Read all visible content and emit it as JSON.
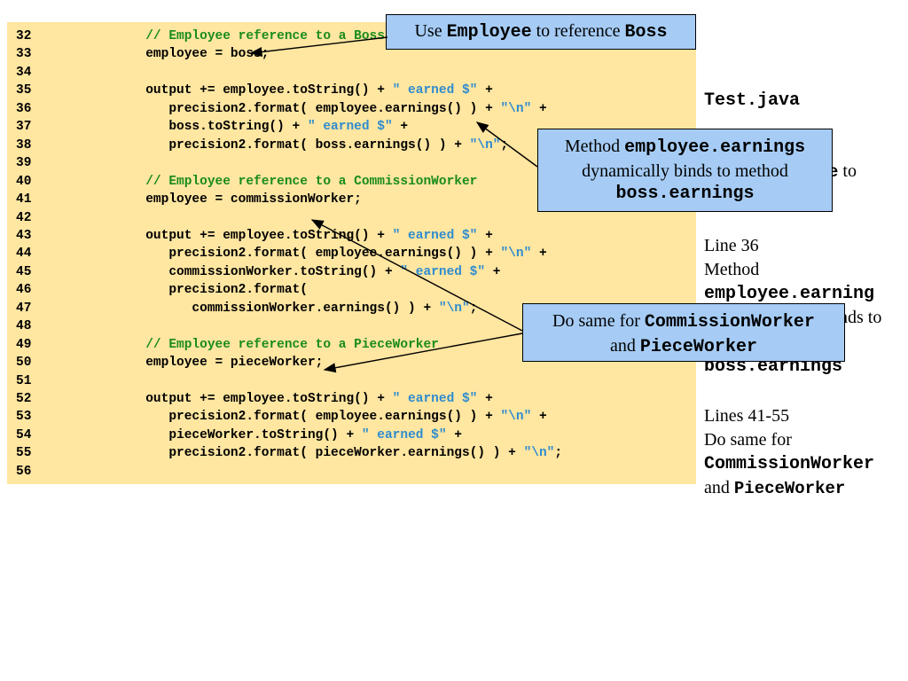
{
  "code_lines": [
    {
      "num": "32",
      "segs": [
        {
          "t": "      "
        },
        {
          "t": "// Employee reference to a Boss",
          "c": "comment"
        }
      ]
    },
    {
      "num": "33",
      "segs": [
        {
          "t": "      employee = boss;"
        }
      ]
    },
    {
      "num": "34",
      "segs": [
        {
          "t": ""
        }
      ]
    },
    {
      "num": "35",
      "segs": [
        {
          "t": "      output += employee.toString() + "
        },
        {
          "t": "\" earned $\"",
          "c": "string"
        },
        {
          "t": " +"
        }
      ]
    },
    {
      "num": "36",
      "segs": [
        {
          "t": "         precision2.format( employee.earnings() ) + "
        },
        {
          "t": "\"\\n\"",
          "c": "string"
        },
        {
          "t": " +"
        }
      ]
    },
    {
      "num": "37",
      "segs": [
        {
          "t": "         boss.toString() + "
        },
        {
          "t": "\" earned $\"",
          "c": "string"
        },
        {
          "t": " +"
        }
      ]
    },
    {
      "num": "38",
      "segs": [
        {
          "t": "         precision2.format( boss.earnings() ) + "
        },
        {
          "t": "\"\\n\"",
          "c": "string"
        },
        {
          "t": ";"
        }
      ]
    },
    {
      "num": "39",
      "segs": [
        {
          "t": ""
        }
      ]
    },
    {
      "num": "40",
      "segs": [
        {
          "t": "      "
        },
        {
          "t": "// Employee reference to a CommissionWorker",
          "c": "comment"
        }
      ]
    },
    {
      "num": "41",
      "segs": [
        {
          "t": "      employee = commissionWorker;"
        }
      ]
    },
    {
      "num": "42",
      "segs": [
        {
          "t": ""
        }
      ]
    },
    {
      "num": "43",
      "segs": [
        {
          "t": "      output += employee.toString() + "
        },
        {
          "t": "\" earned $\"",
          "c": "string"
        },
        {
          "t": " +"
        }
      ]
    },
    {
      "num": "44",
      "segs": [
        {
          "t": "         precision2.format( employee.earnings() ) + "
        },
        {
          "t": "\"\\n\"",
          "c": "string"
        },
        {
          "t": " +"
        }
      ]
    },
    {
      "num": "45",
      "segs": [
        {
          "t": "         commissionWorker.toString() + "
        },
        {
          "t": "\" earned $\"",
          "c": "string"
        },
        {
          "t": " +"
        }
      ]
    },
    {
      "num": "46",
      "segs": [
        {
          "t": "         precision2.format("
        }
      ]
    },
    {
      "num": "47",
      "segs": [
        {
          "t": "            commissionWorker.earnings() ) + "
        },
        {
          "t": "\"\\n\"",
          "c": "string"
        },
        {
          "t": ";"
        }
      ]
    },
    {
      "num": "48",
      "segs": [
        {
          "t": ""
        }
      ]
    },
    {
      "num": "49",
      "segs": [
        {
          "t": "      "
        },
        {
          "t": "// Employee reference to a PieceWorker",
          "c": "comment"
        }
      ]
    },
    {
      "num": "50",
      "segs": [
        {
          "t": "      employee = pieceWorker;"
        }
      ]
    },
    {
      "num": "51",
      "segs": [
        {
          "t": ""
        }
      ]
    },
    {
      "num": "52",
      "segs": [
        {
          "t": "      output += employee.toString() + "
        },
        {
          "t": "\" earned $\"",
          "c": "string"
        },
        {
          "t": " +"
        }
      ]
    },
    {
      "num": "53",
      "segs": [
        {
          "t": "         precision2.format( employee.earnings() ) + "
        },
        {
          "t": "\"\\n\"",
          "c": "string"
        },
        {
          "t": " +"
        }
      ]
    },
    {
      "num": "54",
      "segs": [
        {
          "t": "         pieceWorker.toString() + "
        },
        {
          "t": "\" earned $\"",
          "c": "string"
        },
        {
          "t": " +"
        }
      ]
    },
    {
      "num": "55",
      "segs": [
        {
          "t": "         precision2.format( pieceWorker.earnings() ) + "
        },
        {
          "t": "\"\\n\"",
          "c": "string"
        },
        {
          "t": ";"
        }
      ]
    },
    {
      "num": "56",
      "segs": [
        {
          "t": ""
        }
      ]
    }
  ],
  "callouts": {
    "boss": {
      "pre": "Use ",
      "code1": "Employee",
      "mid": " to reference ",
      "code2": "Boss"
    },
    "earnings": {
      "pre": "Method ",
      "code1": "employee.earnings",
      "mid": "dynamically binds to method",
      "code2": "boss.earnings"
    },
    "same": {
      "pre": "Do same for ",
      "code1": "CommissionWorker",
      "mid": "and ",
      "code2": "PieceWorker"
    }
  },
  "sidebar": {
    "file": "Test.java",
    "partial_word_tail": "e",
    "partial_to": "to",
    "line36": "Line 36",
    "method": "Method",
    "employee_earnings": "employee.earning",
    "binds_tail": "nds to",
    "boss_earnings": "boss.earnings",
    "lines_range": "Lines 41-55",
    "do_same": "Do same for",
    "commission": "CommissionWorker",
    "and": "and ",
    "piece": "PieceWorker"
  },
  "colors": {
    "panel": "#ffe6a1",
    "callout": "#a6ccf5",
    "comment": "#1a8c1a",
    "string": "#2e8ccf"
  }
}
